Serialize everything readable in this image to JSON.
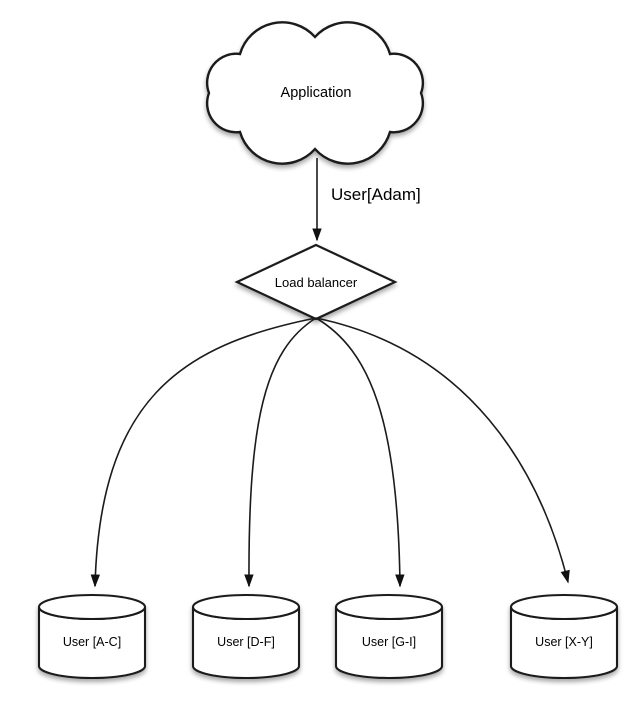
{
  "diagram": {
    "cloud": {
      "label": "Application"
    },
    "request_label": "User[Adam]",
    "load_balancer": {
      "label": "Load balancer"
    },
    "shards": [
      {
        "label": "User [A-C]"
      },
      {
        "label": "User [D-F]"
      },
      {
        "label": "User [G-I]"
      },
      {
        "label": "User [X-Y]"
      }
    ],
    "colors": {
      "stroke": "#1b1b1b",
      "shape_fill": "#ffffff",
      "text": "#000000",
      "background": "#ffffff"
    }
  }
}
